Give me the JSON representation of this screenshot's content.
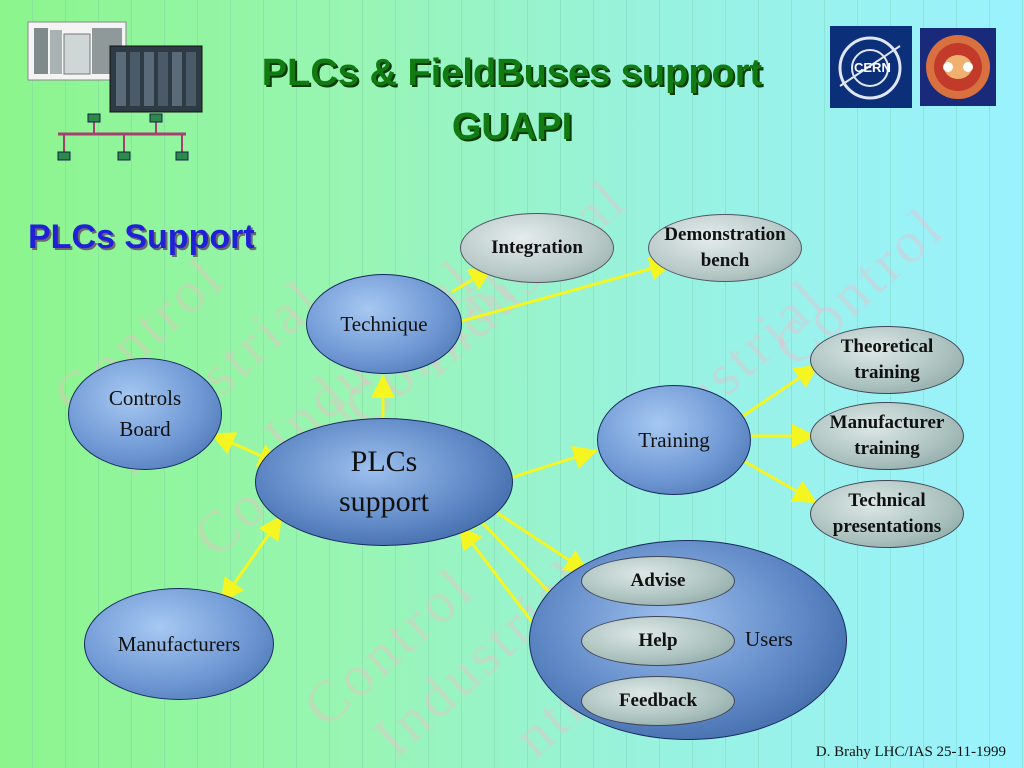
{
  "slide": {
    "title_line1": "PLCs & FieldBuses support",
    "title_line2": "GUAPI",
    "subtitle": "PLCs Support",
    "footer": "D. Brahy  LHC/IAS 25-11-1999",
    "watermark_words": [
      "Control",
      "Industrial",
      "Control",
      "Industrial",
      "Control",
      "Industrial",
      "Industrial",
      "Control",
      "Industrial",
      "ntrol",
      "Control"
    ],
    "logo_text": "CERN"
  },
  "nodes": {
    "center": {
      "line1": "PLCs",
      "line2": "support"
    },
    "technique": "Technique",
    "integration": "Integration",
    "demonstration": {
      "line1": "Demonstration",
      "line2": "bench"
    },
    "controls_board": {
      "line1": "Controls",
      "line2": "Board"
    },
    "manufacturers": "Manufacturers",
    "training": "Training",
    "theoretical": {
      "line1": "Theoretical",
      "line2": "training"
    },
    "manufacturer_training": {
      "line1": "Manufacturer",
      "line2": "training"
    },
    "technical": {
      "line1": "Technical",
      "line2": "presentations"
    },
    "users": "Users",
    "advise": "Advise",
    "help": "Help",
    "feedback": "Feedback"
  },
  "colors": {
    "arrow": "#f5f522",
    "title": "#117a11",
    "subtitle": "#2020d8"
  }
}
